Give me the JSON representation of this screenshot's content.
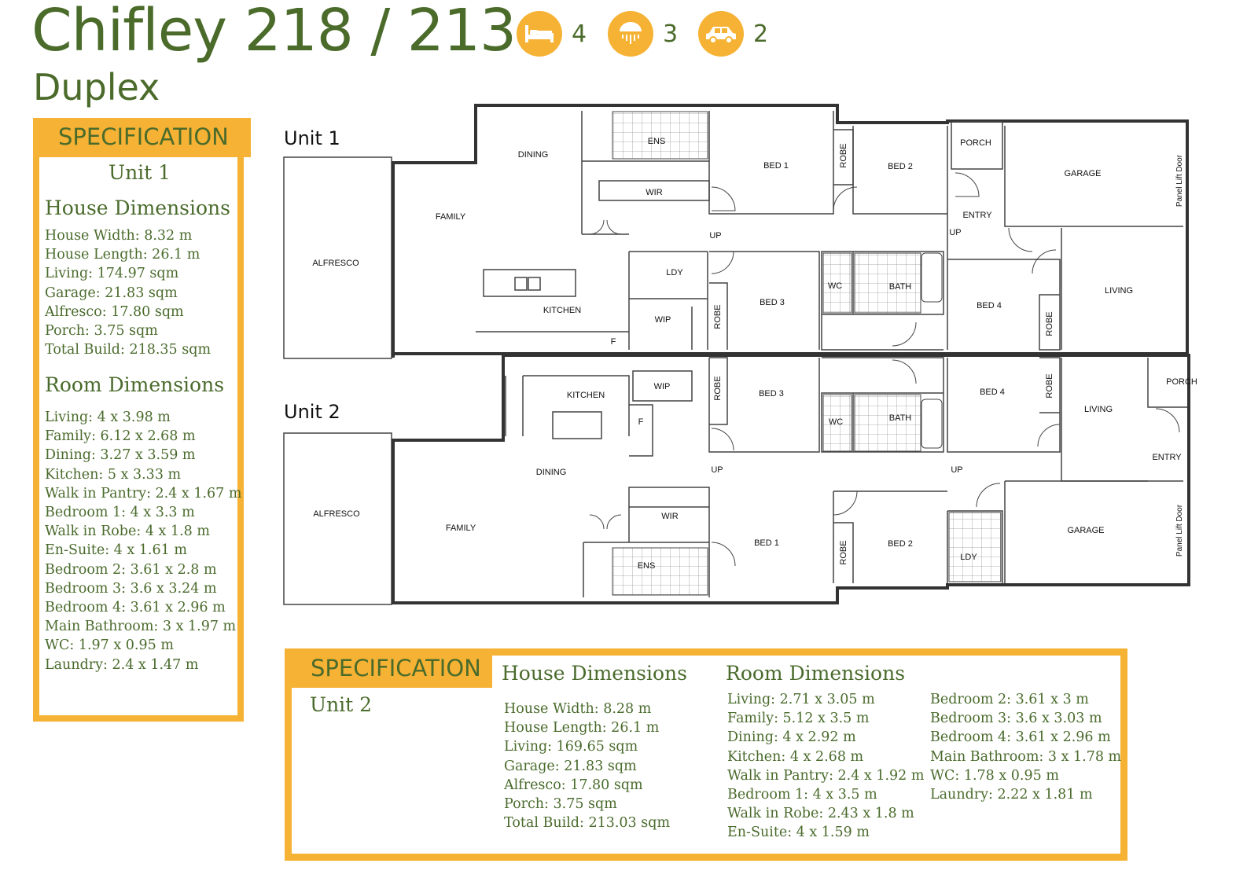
{
  "header": {
    "title": "Chifley 218 / 213",
    "subtitle": "Duplex",
    "features": [
      {
        "icon": "bed-icon",
        "count": "4"
      },
      {
        "icon": "shower-icon",
        "count": "3"
      },
      {
        "icon": "car-icon",
        "count": "2"
      }
    ]
  },
  "colors": {
    "accent": "#f6b234",
    "text": "#4b6b2b"
  },
  "spec1": {
    "heading": "SPECIFICATION",
    "unit": "Unit 1",
    "house_heading": "House Dimensions",
    "house": [
      "House Width: 8.32 m",
      "House Length: 26.1 m",
      "Living: 174.97 sqm",
      "Garage: 21.83 sqm",
      "Alfresco: 17.80 sqm",
      "Porch: 3.75 sqm",
      "Total Build: 218.35 sqm"
    ],
    "room_heading": "Room Dimensions",
    "rooms": [
      "Living: 4 x 3.98 m",
      "Family: 6.12 x 2.68 m",
      "Dining: 3.27 x 3.59 m",
      "Kitchen: 5 x 3.33 m",
      "Walk in Pantry: 2.4 x 1.67 m",
      "Bedroom 1: 4 x 3.3 m",
      "Walk in Robe: 4 x 1.8 m",
      "En-Suite: 4 x 1.61 m",
      "Bedroom 2: 3.61 x 2.8 m",
      "Bedroom 3: 3.6 x 3.24 m",
      "Bedroom 4: 3.61 x 2.96 m",
      "Main Bathroom: 3 x 1.97 m",
      "WC: 1.97 x 0.95 m",
      "Laundry: 2.4 x 1.47 m"
    ]
  },
  "spec2": {
    "heading": "SPECIFICATION",
    "unit": "Unit 2",
    "house_heading": "House Dimensions",
    "house": [
      "House Width: 8.28 m",
      "House Length: 26.1 m",
      "Living: 169.65 sqm",
      "Garage: 21.83 sqm",
      "Alfresco: 17.80 sqm",
      "Porch: 3.75 sqm",
      "Total Build: 213.03 sqm"
    ],
    "room_heading": "Room Dimensions",
    "rooms_col1": [
      "Living: 2.71 x 3.05 m",
      "Family: 5.12 x 3.5 m",
      "Dining: 4 x 2.92 m",
      "Kitchen: 4 x 2.68 m",
      "Walk in Pantry: 2.4 x 1.92 m",
      "Bedroom 1: 4 x 3.5 m",
      "Walk in Robe: 2.43 x 1.8 m",
      "En-Suite: 4 x 1.59 m"
    ],
    "rooms_col2": [
      "Bedroom 2: 3.61 x 3 m",
      "Bedroom 3: 3.6 x 3.03 m",
      "Bedroom 4: 3.61 x 2.96 m",
      "Main Bathroom: 3 x 1.78 m",
      "WC: 1.78 x 0.95 m",
      "Laundry: 2.22 x 1.81 m"
    ]
  },
  "plan": {
    "unit1_label": "Unit 1",
    "unit2_label": "Unit 2",
    "labels": {
      "alfresco": "ALFRESCO",
      "family": "FAMILY",
      "dining": "DINING",
      "kitchen": "KITCHEN",
      "ens": "ENS",
      "wir": "WIR",
      "bed1": "BED 1",
      "bed2": "BED 2",
      "bed3": "BED 3",
      "bed4": "BED 4",
      "robe": "ROBE",
      "porch": "PORCH",
      "garage": "GARAGE",
      "entry": "ENTRY",
      "living": "LIVING",
      "ldy": "LDY",
      "wip": "WIP",
      "wc": "WC",
      "bath": "BATH",
      "up": "UP",
      "fridge": "F",
      "panel_lift": "Panel Lift Door"
    }
  }
}
